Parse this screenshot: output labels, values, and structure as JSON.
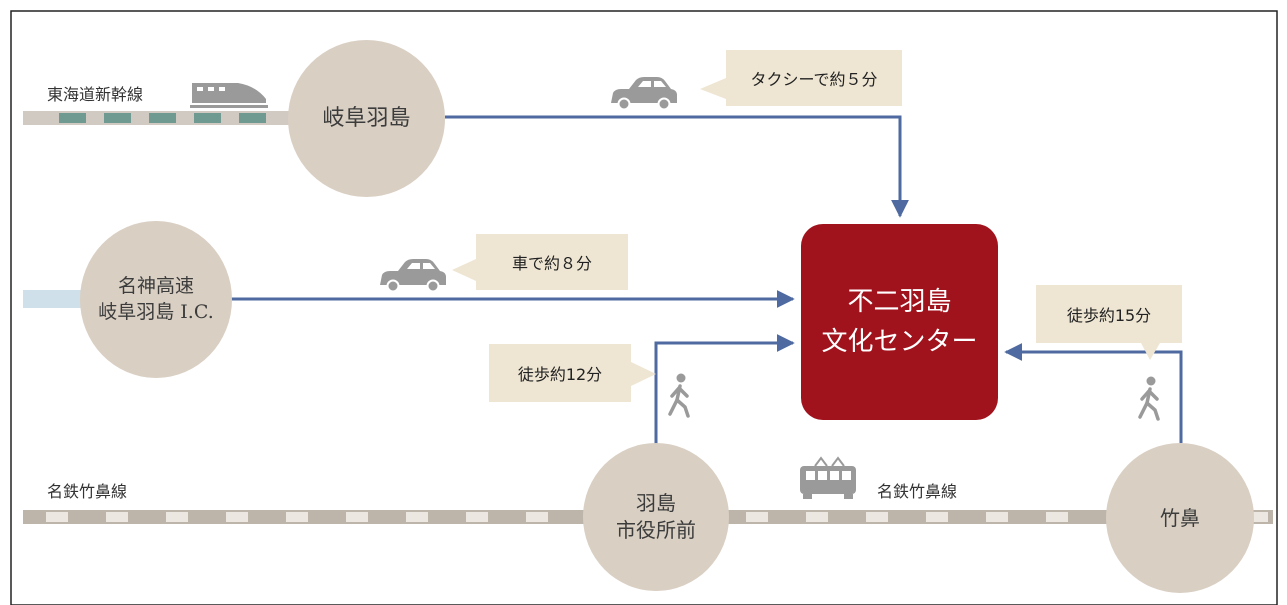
{
  "lines": {
    "tokaido": "東海道新幹線",
    "meitetsu_left": "名鉄竹鼻線",
    "meitetsu_center": "名鉄竹鼻線"
  },
  "stations": {
    "gifu_hashima": "岐阜羽島",
    "meishin_line1": "名神高速",
    "meishin_line2": "岐阜羽島 I.C.",
    "hashima_line1": "羽島",
    "hashima_line2": "市役所前",
    "takehana": "竹鼻"
  },
  "destination": {
    "line1": "不二羽島",
    "line2": "文化センター"
  },
  "routes": {
    "taxi": "タクシーで約５分",
    "car": "車で約８分",
    "walk_hashima": "徒歩約12分",
    "walk_takehana": "徒歩約15分"
  },
  "colors": {
    "route_line": "#4f6aa0",
    "destination": "#a0121c",
    "station_circle": "#d9cfc3",
    "callout": "#eee6d3",
    "rail_gray": "#bdb4aa",
    "rail_teal": "#6f9a92"
  },
  "icons": [
    "shinkansen-icon",
    "car-icon",
    "pedestrian-icon",
    "tram-icon"
  ]
}
